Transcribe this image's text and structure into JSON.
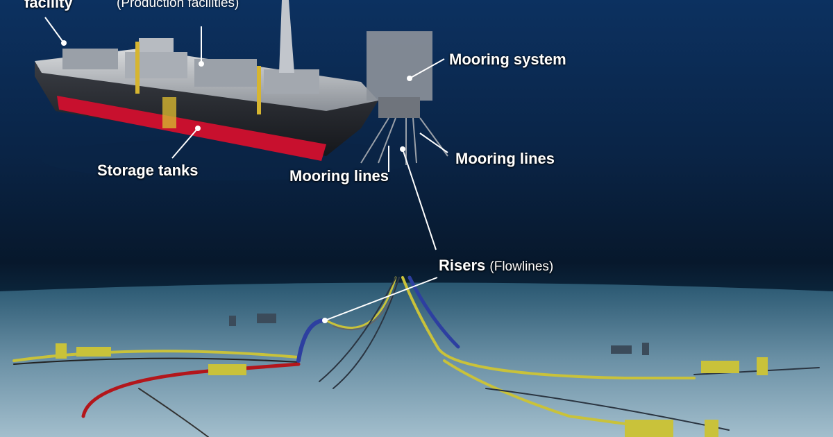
{
  "labels": {
    "facility": "facility",
    "production_facilities": "(Production facilities)",
    "mooring_system": "Mooring system",
    "storage_tanks": "Storage tanks",
    "mooring_lines_center": "Mooring lines",
    "mooring_lines_right": "Mooring lines",
    "risers": "Risers",
    "flowlines": "(Flowlines)"
  },
  "colors": {
    "sea_surface": "#0b2d57",
    "deep_water": "#07182c",
    "seabed": "#7fa2b8",
    "hull_red": "#c8102e",
    "hull_black": "#1c1e22",
    "flowline_yellow": "#c9c23a",
    "riser_red": "#b3161b",
    "riser_blue": "#2d3fa0"
  }
}
